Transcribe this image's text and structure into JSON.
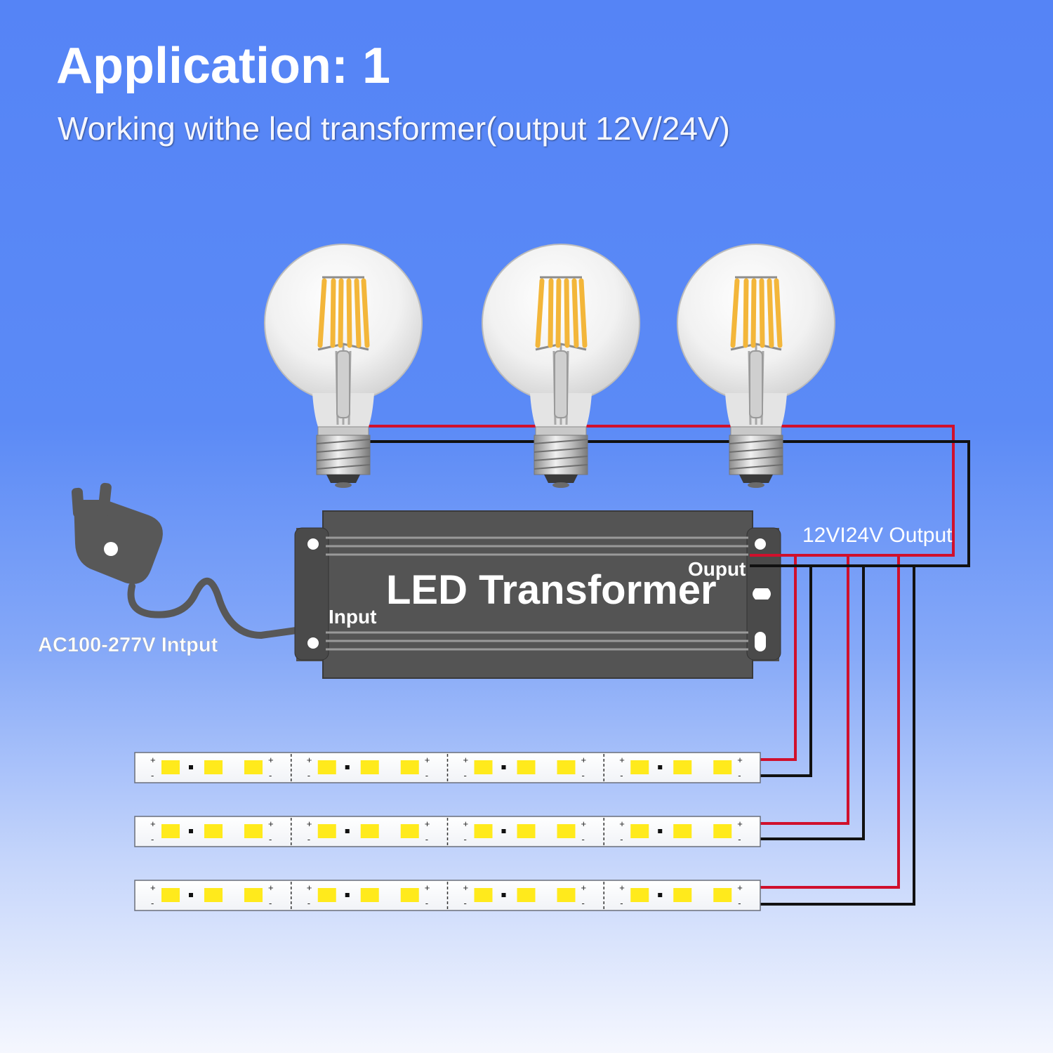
{
  "header": {
    "title": "Application: 1",
    "subtitle": "Working withe led transformer(output 12V/24V)"
  },
  "transformer": {
    "name": "LED Transformer",
    "input_label": "Input",
    "output_label": "Ouput"
  },
  "labels": {
    "ac_input": "AC100-277V Intput",
    "dc_output": "12VI24V Output"
  },
  "strip": {
    "plus": "+",
    "minus": "-"
  },
  "bulbs": [
    {
      "name": "bulb-1"
    },
    {
      "name": "bulb-2"
    },
    {
      "name": "bulb-3"
    }
  ],
  "led_strips": [
    {
      "name": "led-strip-1"
    },
    {
      "name": "led-strip-2"
    },
    {
      "name": "led-strip-3"
    }
  ],
  "colors": {
    "positive_wire": "#d0102c",
    "negative_wire": "#111111",
    "transformer_body": "#545454",
    "led_chip": "#ffea1c",
    "filament": "#f3b63a"
  }
}
